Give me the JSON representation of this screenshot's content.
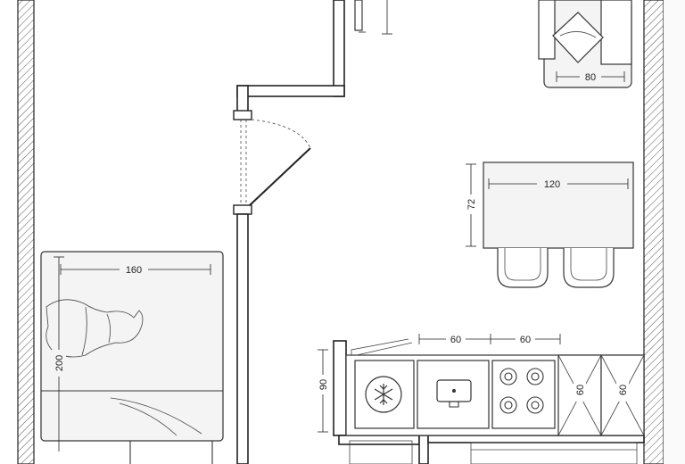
{
  "dimensions": {
    "armchair_width": "80",
    "table_width": "120",
    "table_depth": "72",
    "bed_width": "160",
    "bed_length": "200",
    "kitchen_depth": "90",
    "cabinet_1_width": "60",
    "cabinet_2_width": "60",
    "fridge_width": "60",
    "oven_width": "60"
  },
  "icons": {
    "freezer": "snowflake-icon",
    "sink": "sink-icon",
    "hob": "stove-burner-icon",
    "pillow": "pillow-icon"
  },
  "colors": {
    "wall_stroke": "#222222",
    "furniture_fill": "#f4f4f4",
    "background": "#ffffff"
  }
}
